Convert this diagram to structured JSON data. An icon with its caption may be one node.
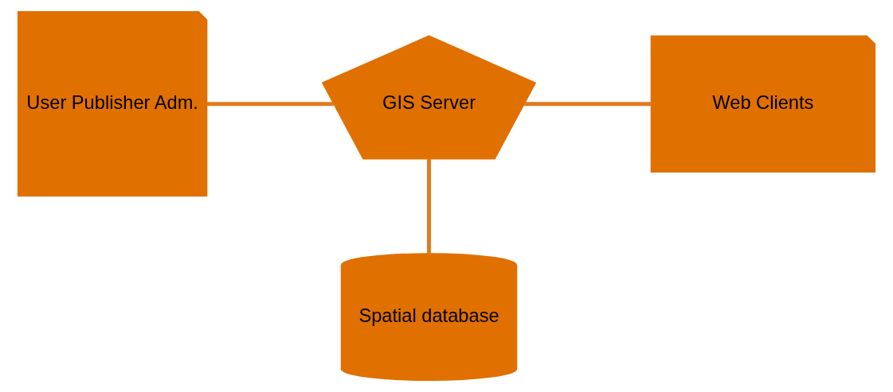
{
  "diagram": {
    "nodes": [
      {
        "text": [
          "User Publisher Adm."
        ]
      },
      {
        "text": [
          "GIS Server"
        ]
      },
      {
        "text": [
          "Web Clients"
        ]
      },
      {
        "text": [
          "Spatial database"
        ]
      }
    ],
    "edges": [
      {
        "from": 0,
        "to": 1,
        "arrow": "none"
      },
      {
        "from": 1,
        "to": 2,
        "arrow": "none"
      },
      {
        "from": 1,
        "to": 3,
        "arrow": "none"
      }
    ]
  }
}
